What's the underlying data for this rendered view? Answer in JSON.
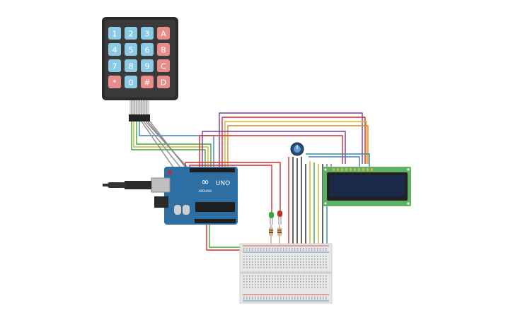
{
  "keypad": {
    "keys": [
      [
        "1",
        "2",
        "3",
        "A"
      ],
      [
        "4",
        "5",
        "6",
        "B"
      ],
      [
        "7",
        "8",
        "9",
        "C"
      ],
      [
        "*",
        "0",
        "#",
        "D"
      ]
    ],
    "colors": {
      "digit": "#8ccbe6",
      "letter": "#e88c8c",
      "frame": "#2b2b2b"
    }
  },
  "arduino": {
    "logo_text": "∞",
    "model_label": "UNO",
    "brand_label": "ARDUINO",
    "board_color": "#2d6ea3"
  },
  "lcd": {
    "pcb_color": "#5fb168",
    "screen_color": "#1b2a4a"
  },
  "leds": {
    "green": "#3aa639",
    "red": "#c62b2b"
  },
  "wire_colors": {
    "red": "#d62c2c",
    "green": "#39a83a",
    "yellow": "#d6b02c",
    "purple": "#7d3b95",
    "orange": "#e0882b",
    "blue": "#3d7dc3",
    "black": "#222222",
    "teal": "#2a8f9c",
    "gray": "#8a8a8a",
    "pink": "#d24d9e"
  }
}
